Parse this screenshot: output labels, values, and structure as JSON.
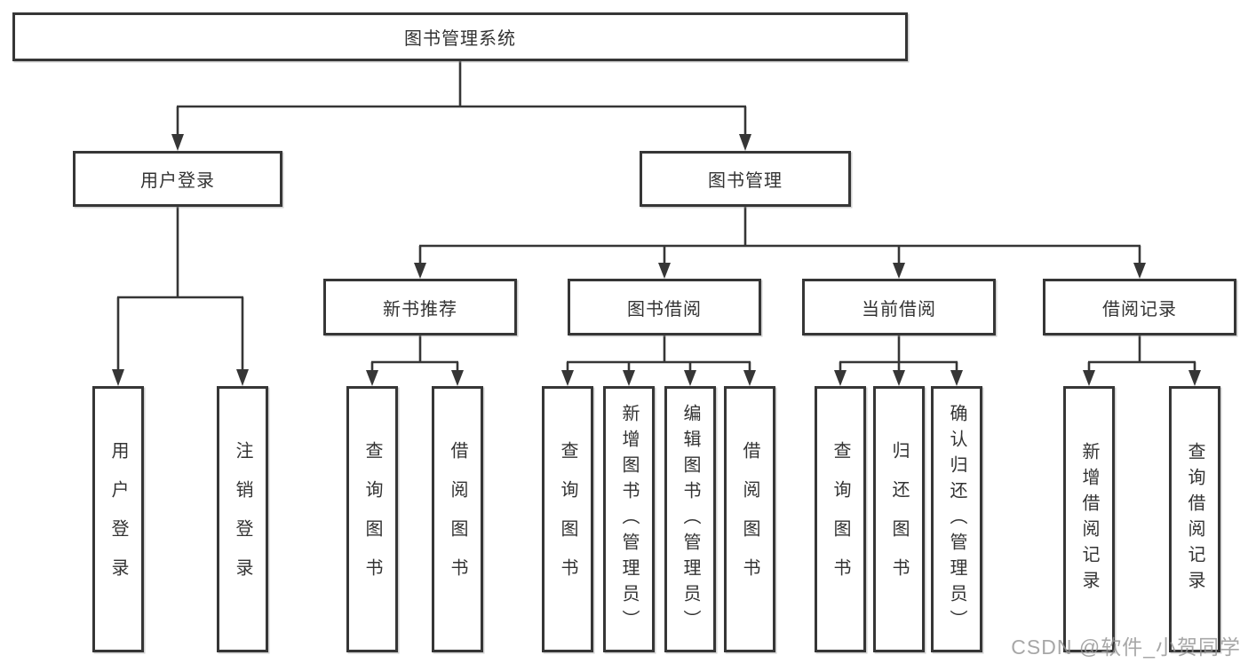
{
  "diagram": {
    "root": {
      "label": "图书管理系统"
    },
    "branches": [
      {
        "label": "用户登录",
        "children": [
          "用户登录",
          "注销登录"
        ]
      },
      {
        "label": "图书管理",
        "groups": [
          {
            "label": "新书推荐",
            "children": [
              "查询图书",
              "借阅图书"
            ]
          },
          {
            "label": "图书借阅",
            "children": [
              "查询图书",
              "新增图书（管理员）",
              "编辑图书（管理员）",
              "借阅图书"
            ]
          },
          {
            "label": "当前借阅",
            "children": [
              "查询图书",
              "归还图书",
              "确认归还（管理员）"
            ]
          },
          {
            "label": "借阅记录",
            "children": [
              "新增借阅记录",
              "查询借阅记录"
            ]
          }
        ]
      }
    ]
  },
  "watermark": {
    "text": "CSDN @软件_小贺同学"
  },
  "colors": {
    "line": "#363636",
    "text": "#333333",
    "background": "#ffffff",
    "watermark": "#949494"
  }
}
